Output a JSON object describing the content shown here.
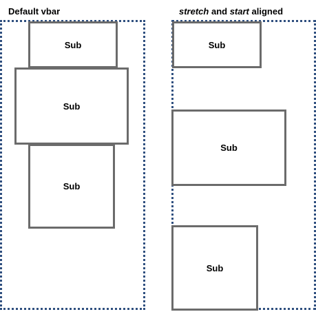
{
  "left_panel": {
    "title": "Default vbar",
    "subs": [
      "Sub",
      "Sub",
      "Sub"
    ]
  },
  "right_panel": {
    "title_parts": {
      "part1": "stretch",
      "part2": " and ",
      "part3": "start",
      "part4": " aligned"
    },
    "subs": [
      "Sub",
      "Sub",
      "Sub"
    ]
  },
  "colors": {
    "dotted_border": "#2f4f7f",
    "sub_border": "#6b6b6b"
  }
}
